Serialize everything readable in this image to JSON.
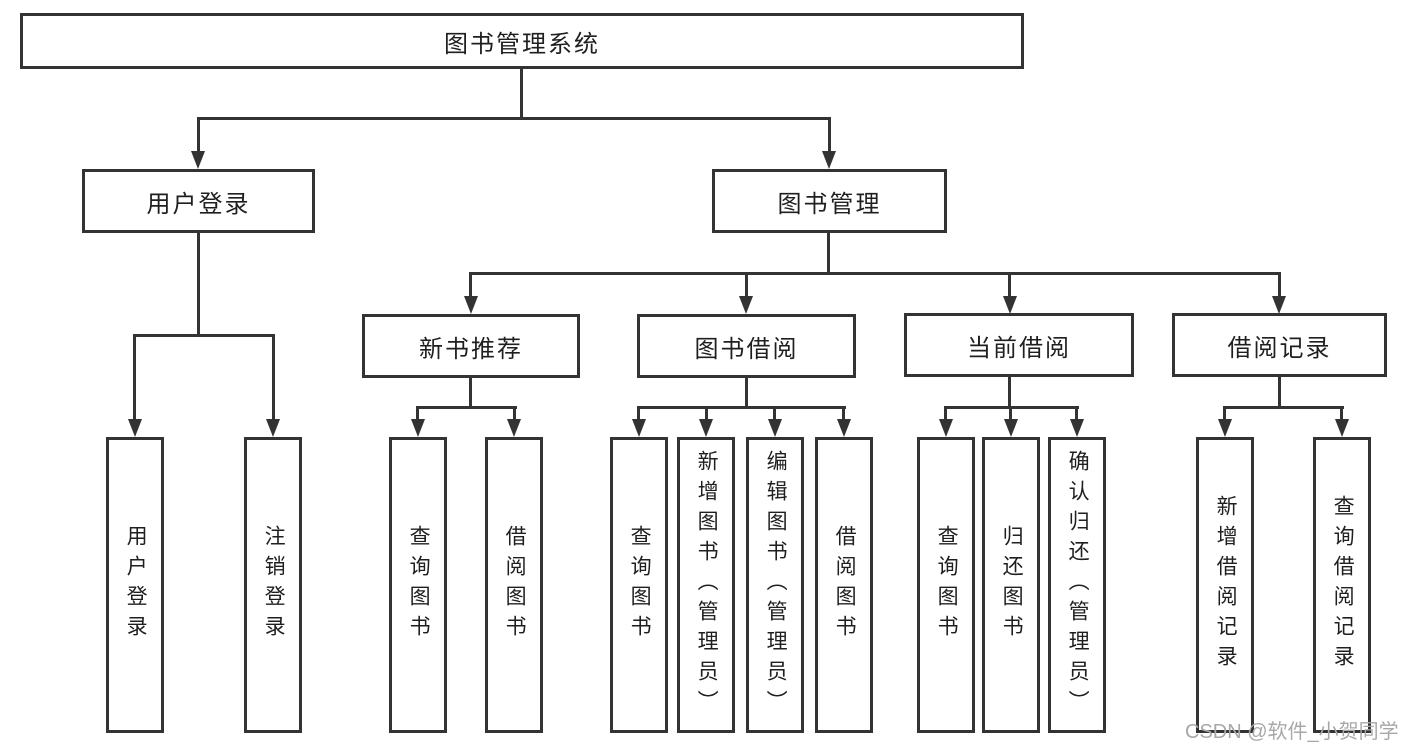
{
  "diagram": {
    "root": {
      "label": "图书管理系统"
    },
    "level2": [
      {
        "label": "用户登录"
      },
      {
        "label": "图书管理"
      }
    ],
    "level3": [
      {
        "label": "新书推荐"
      },
      {
        "label": "图书借阅"
      },
      {
        "label": "当前借阅"
      },
      {
        "label": "借阅记录"
      }
    ],
    "level4": [
      {
        "label": "用户登录"
      },
      {
        "label": "注销登录"
      },
      {
        "label": "查询图书"
      },
      {
        "label": "借阅图书"
      },
      {
        "label": "查询图书"
      },
      {
        "label": "新增图书（管理员）"
      },
      {
        "label": "编辑图书（管理员）"
      },
      {
        "label": "借阅图书"
      },
      {
        "label": "查询图书"
      },
      {
        "label": "归还图书"
      },
      {
        "label": "确认归还（管理员）"
      },
      {
        "label": "新增借阅记录"
      },
      {
        "label": "查询借阅记录"
      }
    ],
    "watermark": "CSDN @软件_小贺同学",
    "colors": {
      "line": "#333333",
      "text": "#1f1f1f",
      "watermark": "#a8a8a8",
      "background": "#ffffff"
    }
  }
}
